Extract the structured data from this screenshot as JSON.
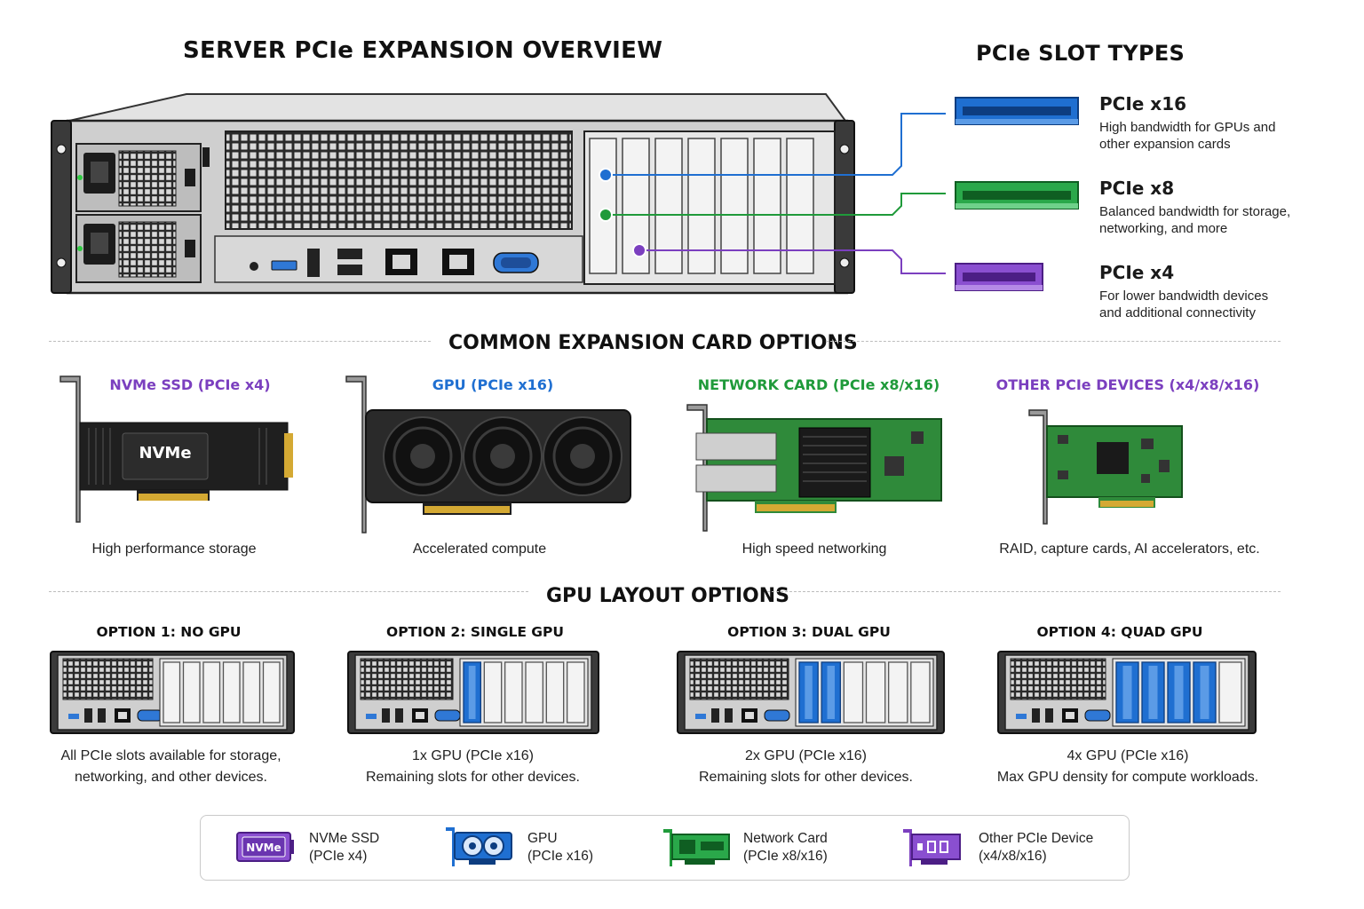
{
  "title": "SERVER PCIe EXPANSION OVERVIEW",
  "slot_types": {
    "heading": "PCIe SLOT TYPES",
    "items": [
      {
        "label": "PCIe x16",
        "desc": "High bandwidth for GPUs and other expansion cards",
        "color": "#1f6fd1"
      },
      {
        "label": "PCIe x8",
        "desc": "Balanced bandwidth for storage, networking, and more",
        "color": "#1f9a3a"
      },
      {
        "label": "PCIe x4",
        "desc": "For lower bandwidth devices and additional connectivity",
        "color": "#7b3fbf"
      }
    ]
  },
  "card_options": {
    "heading": "COMMON EXPANSION CARD OPTIONS",
    "items": [
      {
        "title": "NVMe SSD (PCIe x4)",
        "desc": "High performance storage",
        "color": "#7b3fbf",
        "card_text": "NVMe"
      },
      {
        "title": "GPU (PCIe x16)",
        "desc": "Accelerated compute",
        "color": "#1f6fd1"
      },
      {
        "title": "NETWORK CARD (PCIe x8/x16)",
        "desc": "High speed networking",
        "color": "#1f9a3a"
      },
      {
        "title": "OTHER PCIe DEVICES (x4/x8/x16)",
        "desc": "RAID, capture cards, AI accelerators, etc.",
        "color": "#7b3fbf"
      }
    ]
  },
  "gpu_layouts": {
    "heading": "GPU LAYOUT OPTIONS",
    "items": [
      {
        "title": "OPTION 1: NO GPU",
        "line1": "All PCIe slots available for storage,",
        "line2": "networking, and other devices.",
        "gpus": 0
      },
      {
        "title": "OPTION 2: SINGLE GPU",
        "line1": "1x GPU (PCIe x16)",
        "line2": "Remaining slots for other devices.",
        "gpus": 1
      },
      {
        "title": "OPTION 3: DUAL GPU",
        "line1": "2x GPU (PCIe x16)",
        "line2": "Remaining slots for other devices.",
        "gpus": 2
      },
      {
        "title": "OPTION 4: QUAD GPU",
        "line1": "4x GPU (PCIe x16)",
        "line2": "Max GPU density for compute workloads.",
        "gpus": 4
      }
    ]
  },
  "legend": {
    "items": [
      {
        "line1": "NVMe SSD",
        "line2": "(PCIe x4)",
        "icon": "nvme-icon",
        "icon_text": "NVMe"
      },
      {
        "line1": "GPU",
        "line2": "(PCIe x16)",
        "icon": "gpu-icon"
      },
      {
        "line1": "Network Card",
        "line2": "(PCIe x8/x16)",
        "icon": "network-card-icon"
      },
      {
        "line1": "Other PCIe Device",
        "line2": "(x4/x8/x16)",
        "icon": "pcie-device-icon"
      }
    ]
  }
}
